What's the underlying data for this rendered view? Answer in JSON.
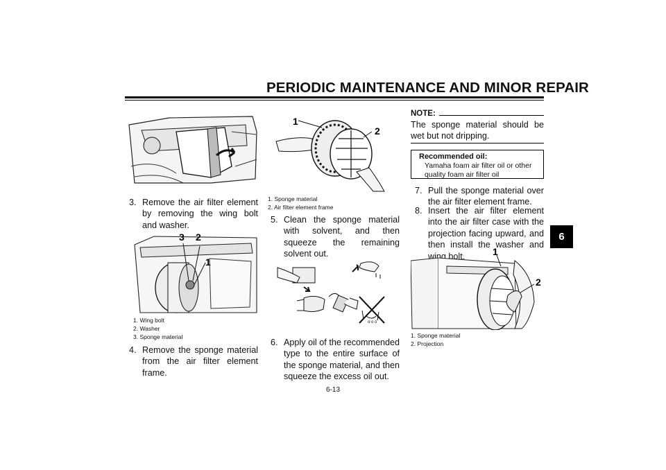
{
  "header": {
    "title": "PERIODIC MAINTENANCE AND MINOR REPAIR"
  },
  "section_tab": "6",
  "page_number": "6-13",
  "col1": {
    "step3": {
      "num": "3.",
      "text": "Remove the air filter element by removing the wing bolt and washer."
    },
    "figure2_labels": {
      "a": "3",
      "b": "2",
      "c": "1"
    },
    "figure2_captions": [
      "1. Wing bolt",
      "2. Washer",
      "3. Sponge material"
    ],
    "step4": {
      "num": "4.",
      "text": "Remove the sponge material from the air filter element frame."
    }
  },
  "col2": {
    "figure_labels": {
      "a": "1",
      "b": "2"
    },
    "figure_captions": [
      "1. Sponge material",
      "2. Air filter element frame"
    ],
    "step5": {
      "num": "5.",
      "text": "Clean the sponge material with solvent, and then squeeze the remaining solvent out."
    },
    "step6": {
      "num": "6.",
      "text": "Apply oil of the recommended type to the entire surface of the sponge material, and then squeeze the excess oil out."
    }
  },
  "col3": {
    "note": {
      "heading": "NOTE:",
      "text": "The sponge material should be wet but not dripping."
    },
    "recommended_oil": {
      "heading": "Recommended oil:",
      "text": "Yamaha foam air filter oil or other quality foam air filter oil"
    },
    "step7": {
      "num": "7.",
      "text": "Pull the sponge material over the air filter element frame."
    },
    "step8": {
      "num": "8.",
      "text": "Insert the air filter element into the air filter case with the projection facing upward, and then install the washer and wing bolt."
    },
    "figure_labels": {
      "a": "1",
      "b": "2"
    },
    "figure_captions": [
      "1. Sponge material",
      "2. Projection"
    ]
  }
}
